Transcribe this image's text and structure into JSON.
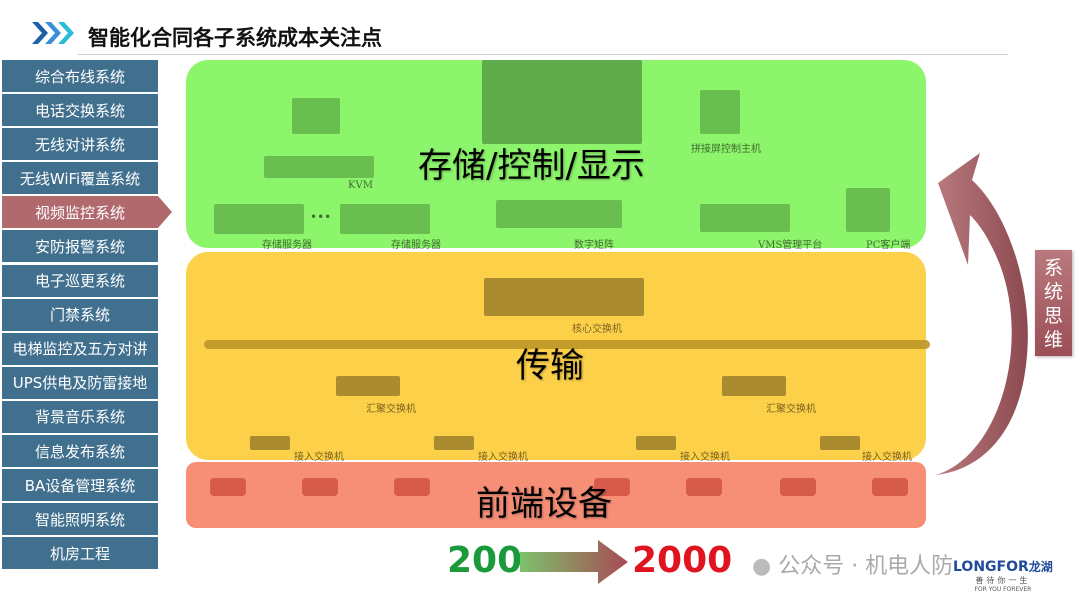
{
  "header": {
    "title": "智能化合同各子系统成本关注点",
    "icon": "chevrons-right-icon"
  },
  "sidebar": {
    "items": [
      {
        "label": "综合布线系统"
      },
      {
        "label": "电话交换系统"
      },
      {
        "label": "无线对讲系统"
      },
      {
        "label": "无线WiFi覆盖系统"
      },
      {
        "label": "视频监控系统",
        "active": true
      },
      {
        "label": "安防报警系统"
      },
      {
        "label": "电子巡更系统"
      },
      {
        "label": "门禁系统"
      },
      {
        "label": "电梯监控及五方对讲"
      },
      {
        "label": "UPS供电及防雷接地"
      },
      {
        "label": "背景音乐系统"
      },
      {
        "label": "信息发布系统"
      },
      {
        "label": "BA设备管理系统"
      },
      {
        "label": "智能照明系统"
      },
      {
        "label": "机房工程"
      }
    ]
  },
  "zones": {
    "storage": "存储/控制/显示",
    "transport": "传输",
    "frontend": "前端设备"
  },
  "diagram": {
    "kvm": "KVM",
    "storage_server": "存储服务器",
    "wall_host": "拼接屏控制主机",
    "matrix": "数字矩阵",
    "vms": "VMS管理平台",
    "pc": "PC客户端",
    "core": "核心交换机",
    "agg": "汇聚交换机",
    "access": "接入交换机",
    "dots": "•••"
  },
  "side_label": "系统思维",
  "cost": {
    "from": "200",
    "to": "2000",
    "from_color": "#1a9a3a",
    "to_color": "#e0141e"
  },
  "watermark": "公众号 · 机电人防",
  "logo": {
    "brand": "LONGFOR",
    "cn": "龙湖",
    "slogan": "善待你一生",
    "slogan_en": "FOR YOU FOREVER"
  },
  "colors": {
    "sidebar": "#41708f",
    "active": "#b06a6e",
    "green": "#8cf56b",
    "yellow": "#fdd04a",
    "red": "#f78f77"
  }
}
